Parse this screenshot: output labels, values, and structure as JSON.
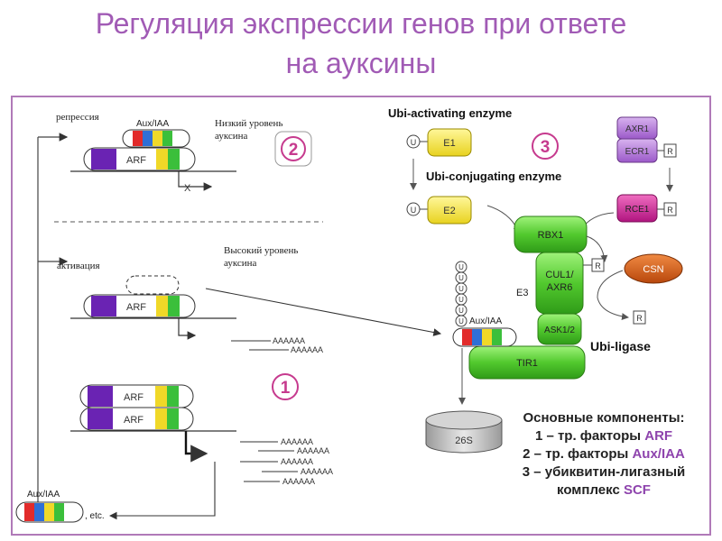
{
  "title": {
    "line1": "Регуляция экспрессии генов при ответе",
    "line2": "на ауксины"
  },
  "left_panel": {
    "repression_label": "репрессия",
    "aux_iaa_label": "Aux/IAA",
    "low_auxin_line1": "Низкий уровень",
    "low_auxin_line2": "ауксина",
    "arf_label": "ARF",
    "blocked_mark": "X",
    "activation_label": "активация",
    "high_auxin_line1": "Высокий уровень",
    "high_auxin_line2": "ауксина",
    "transcript": "AAAAAA",
    "etc_label": ", etc."
  },
  "badges": {
    "two": "2",
    "three": "3",
    "one": "1"
  },
  "right_panel": {
    "ubi_activating": "Ubi-activating enzyme",
    "ubi_conjugating": "Ubi-conjugating enzyme",
    "ubi_ligase": "Ubi-ligase",
    "u": "U",
    "r": "R",
    "e1": "E1",
    "e2": "E2",
    "axr1": "AXR1",
    "ecr1": "ECR1",
    "rce1": "RCE1",
    "rbx1": "RBX1",
    "cul1_line1": "CUL1/",
    "cul1_line2": "AXR6",
    "e3": "E3",
    "csn": "CSN",
    "ask": "ASK1/2",
    "tir1": "TIR1",
    "aux_iaa": "Aux/IAA",
    "proteasome": "26S"
  },
  "legend": {
    "heading": "Основные компоненты:",
    "item1_text": "1 – тр. факторы ",
    "item1_hl": "ARF",
    "item2_text": "2 – тр. факторы ",
    "item2_hl": "Aux/IAA",
    "item3_text": "3 – убиквитин-лигазный",
    "item3_text2": "комплекс ",
    "item3_hl": "SCF"
  },
  "colors": {
    "title": "#a15bb5",
    "frame": "#b07ab8",
    "badge": "#c63a8e",
    "arf": "#6a23b3",
    "green_module": "#4fc92a",
    "e_yellow": "#f0e33a",
    "axr_purple": "#9b59c9",
    "rce_magenta": "#c2188d",
    "csn_orange": "#cf5b14",
    "highlight": "#8e44ad"
  }
}
